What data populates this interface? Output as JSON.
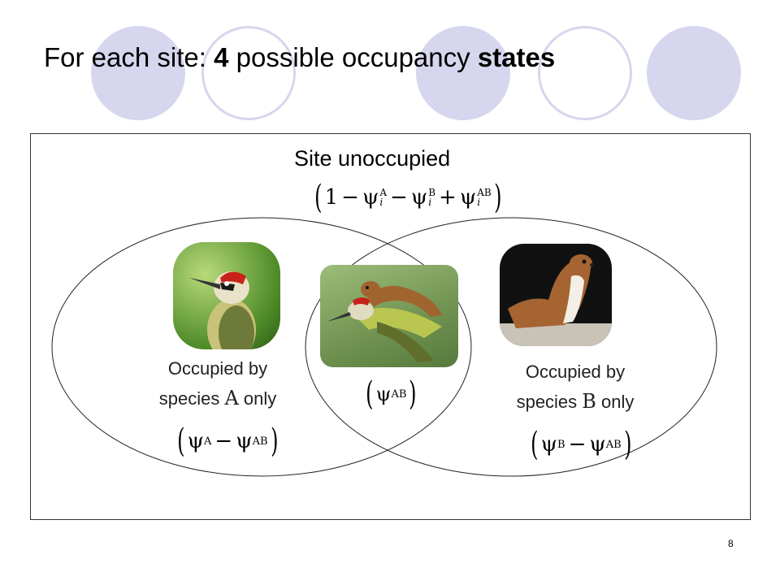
{
  "title": {
    "part1": "For each site: ",
    "part2": "4",
    "part3": " possible occupancy ",
    "part4": "states"
  },
  "diagram": {
    "unoccupied_label": "Site unoccupied",
    "occupied_a": {
      "line1": "Occupied by",
      "line2_pre": "species ",
      "letter": "A",
      "line2_post": " only"
    },
    "occupied_b": {
      "line1": "Occupied by",
      "line2_pre": "species ",
      "letter": "B",
      "line2_post": " only"
    },
    "formulas": {
      "psi": "ψ",
      "one": "1",
      "minus": "−",
      "plus": "+",
      "sup_a": "A",
      "sup_b": "B",
      "sup_ab": "AB",
      "sub_i": "i"
    }
  },
  "images": {
    "woodpecker": "green-woodpecker-photo",
    "both": "weasel-riding-woodpecker-photo",
    "weasel": "weasel-photo"
  },
  "colors": {
    "decor_circle": "#d6d6ee",
    "frame": "#333333"
  },
  "page_number": "8"
}
